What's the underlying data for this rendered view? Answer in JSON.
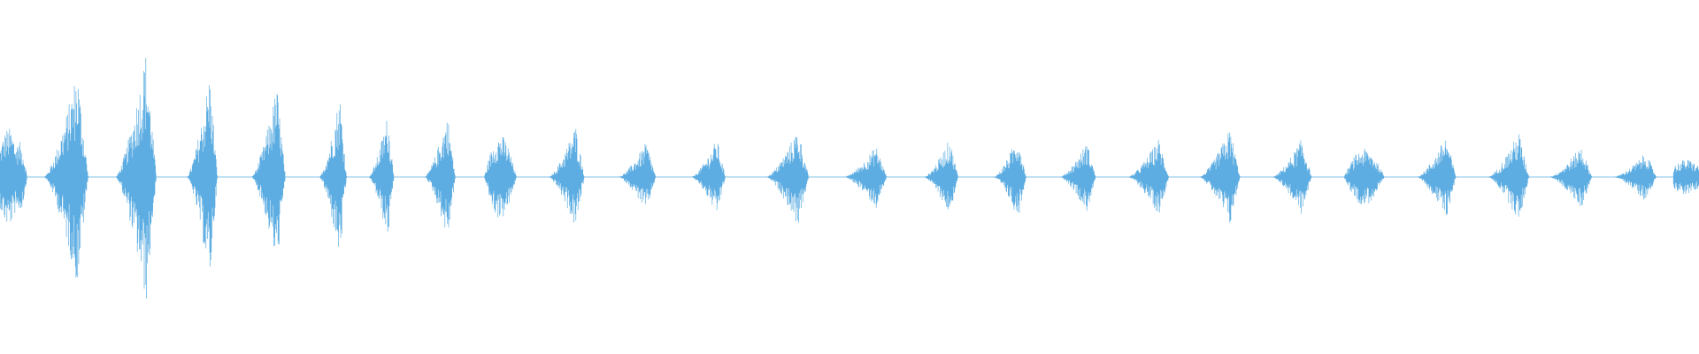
{
  "waveform": {
    "color": "#5dade2",
    "background": "#ffffff",
    "orientation": "horizontal",
    "baseline": "center",
    "bursts": [
      {
        "start": 0.0,
        "end": 0.01,
        "amp": 0.14,
        "shape": "flat"
      },
      {
        "start": 0.007,
        "end": 0.016,
        "amp": 0.1,
        "shape": "peak-mid"
      },
      {
        "start": 0.026,
        "end": 0.052,
        "amp": 0.31,
        "shape": "peak-late"
      },
      {
        "start": 0.068,
        "end": 0.092,
        "amp": 0.36,
        "shape": "peak-late"
      },
      {
        "start": 0.11,
        "end": 0.128,
        "amp": 0.3,
        "shape": "peak-late"
      },
      {
        "start": 0.148,
        "end": 0.168,
        "amp": 0.26,
        "shape": "peak-late"
      },
      {
        "start": 0.188,
        "end": 0.204,
        "amp": 0.24,
        "shape": "peak-late"
      },
      {
        "start": 0.217,
        "end": 0.232,
        "amp": 0.18,
        "shape": "peak-late"
      },
      {
        "start": 0.25,
        "end": 0.268,
        "amp": 0.18,
        "shape": "peak-late"
      },
      {
        "start": 0.285,
        "end": 0.304,
        "amp": 0.12,
        "shape": "peak-mid"
      },
      {
        "start": 0.323,
        "end": 0.344,
        "amp": 0.15,
        "shape": "peak-late"
      },
      {
        "start": 0.364,
        "end": 0.386,
        "amp": 0.1,
        "shape": "peak-late"
      },
      {
        "start": 0.407,
        "end": 0.427,
        "amp": 0.11,
        "shape": "peak-late"
      },
      {
        "start": 0.451,
        "end": 0.476,
        "amp": 0.14,
        "shape": "peak-late"
      },
      {
        "start": 0.497,
        "end": 0.522,
        "amp": 0.09,
        "shape": "peak-late"
      },
      {
        "start": 0.544,
        "end": 0.564,
        "amp": 0.11,
        "shape": "peak-late"
      },
      {
        "start": 0.585,
        "end": 0.604,
        "amp": 0.12,
        "shape": "peak-late"
      },
      {
        "start": 0.624,
        "end": 0.645,
        "amp": 0.1,
        "shape": "peak-late"
      },
      {
        "start": 0.664,
        "end": 0.688,
        "amp": 0.11,
        "shape": "peak-late"
      },
      {
        "start": 0.706,
        "end": 0.73,
        "amp": 0.14,
        "shape": "peak-late"
      },
      {
        "start": 0.749,
        "end": 0.772,
        "amp": 0.11,
        "shape": "peak-late"
      },
      {
        "start": 0.791,
        "end": 0.815,
        "amp": 0.08,
        "shape": "peak-mid"
      },
      {
        "start": 0.834,
        "end": 0.857,
        "amp": 0.12,
        "shape": "peak-late"
      },
      {
        "start": 0.876,
        "end": 0.9,
        "amp": 0.13,
        "shape": "peak-late"
      },
      {
        "start": 0.912,
        "end": 0.937,
        "amp": 0.09,
        "shape": "peak-late"
      },
      {
        "start": 0.95,
        "end": 0.975,
        "amp": 0.07,
        "shape": "peak-late"
      },
      {
        "start": 0.985,
        "end": 1.0,
        "amp": 0.05,
        "shape": "flat"
      }
    ]
  }
}
